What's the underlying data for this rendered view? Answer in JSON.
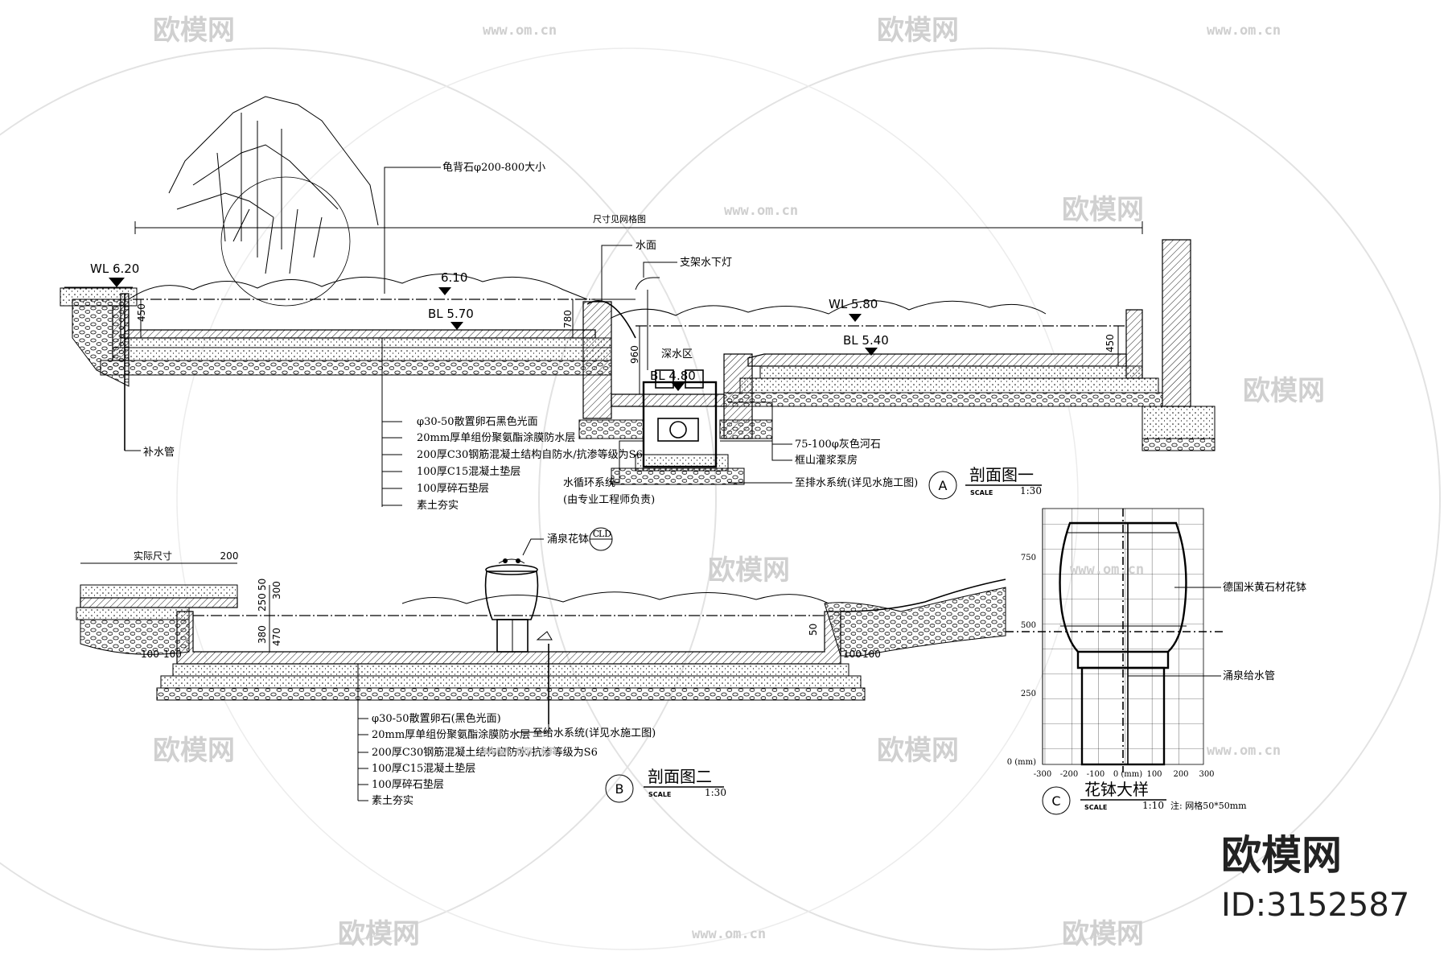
{
  "watermark": {
    "brand": "欧模网",
    "url": "www.om.cn"
  },
  "brand": {
    "name": "欧模网",
    "id": "ID:3152587"
  },
  "section_a": {
    "title": "剖面图一",
    "badge": "A",
    "scale_word": "SCALE",
    "ratio": "1:30",
    "top_dim": "尺寸见网格图",
    "levels": {
      "wl_left": "WL 6.20",
      "wl_mid": "6.10",
      "bl_left": "BL 5.70",
      "wl_right": "WL 5.80",
      "bl_right": "BL 5.40",
      "bl_deep": "BL 4.80"
    },
    "dims": {
      "d450_left": "450",
      "d780": "780",
      "d960": "960",
      "d450_right": "450"
    },
    "callouts": {
      "rock": "龟背石φ200-800大小",
      "water_surface": "水面",
      "light": "支架水下灯",
      "deep_zone": "深水区",
      "refill_pipe": "补水管",
      "river_stone": "75-100φ灰色河石",
      "pump_room": "框山灌浆泵房",
      "drain": "至排水系统(详见水施工图)",
      "circulation": "水循环系统",
      "circulation_note": "(由专业工程师负责)"
    },
    "layers": [
      "φ30-50散置卵石黑色光面",
      "20mm厚单组份聚氨酯涂膜防水层",
      "200厚C30钢筋混凝土结构自防水/抗渗等级为S6",
      "100厚C15混凝土垫层",
      "100厚碎石垫层",
      "素土夯实"
    ]
  },
  "section_b": {
    "title": "剖面图二",
    "badge": "B",
    "scale_word": "SCALE",
    "ratio": "1:30",
    "planter_callout": "涌泉花钵",
    "detail_ref_letter": "C",
    "detail_ref_code": "LD",
    "dims": {
      "actual_size": "实际尺寸",
      "d200": "200",
      "d50": "50",
      "d250": "250",
      "d300": "300",
      "d380": "380",
      "d470": "470",
      "d100a": "100",
      "d100b": "100",
      "d100c": "100",
      "d100d": "100",
      "d50r": "50"
    },
    "supply_callout": "至给水系统(详见水施工图)",
    "layers": [
      "φ30-50散置卵石(黑色光面)",
      "20mm厚单组份聚氨酯涂膜防水层",
      "200厚C30钢筋混凝土结构自防水/抗渗等级为S6",
      "100厚C15混凝土垫层",
      "100厚碎石垫层",
      "素土夯实"
    ]
  },
  "section_c": {
    "title": "花钵大样",
    "badge": "C",
    "scale_word": "SCALE",
    "ratio": "1:10",
    "note": "注: 网格50*50mm",
    "planter_label": "德国米黄石材花钵",
    "pipe_label": "涌泉给水管",
    "y_ticks": [
      "750",
      "500",
      "250",
      "0 (mm)"
    ],
    "x_ticks": [
      "-300",
      "-200",
      "-100",
      "0 (mm)",
      "100",
      "200",
      "300"
    ]
  }
}
